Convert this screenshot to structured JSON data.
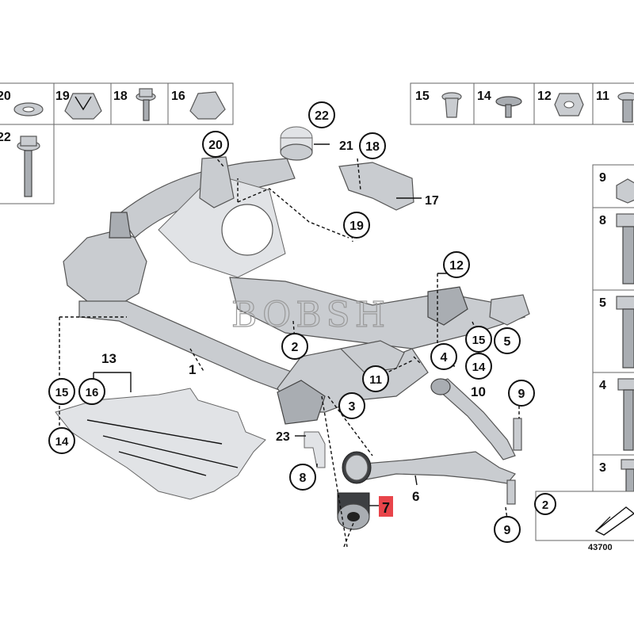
{
  "watermark": "BOBSH",
  "diagram_number": "43700",
  "top_left_cells": [
    "20",
    "19",
    "18",
    "16"
  ],
  "top_right_cells": [
    "15",
    "14",
    "12",
    "11"
  ],
  "right_column_cells": [
    "9",
    "8",
    "5",
    "4",
    "3"
  ],
  "left_cell": "22",
  "callouts": {
    "c22": "22",
    "c21": "21",
    "c20": "20",
    "c18": "18",
    "c17": "17",
    "c19": "19",
    "c12": "12",
    "c2": "2",
    "c1": "1",
    "c13": "13",
    "c15a": "15",
    "c16": "16",
    "c14a": "14",
    "c15b": "15",
    "c5": "5",
    "c4": "4",
    "c14b": "14",
    "c11": "11",
    "c10": "10",
    "c9a": "9",
    "c3": "3",
    "c23": "23",
    "c8": "8",
    "c6": "6",
    "c7": "7",
    "c9b": "9",
    "c2b": "2"
  },
  "colors": {
    "highlight": "#e8444a",
    "metal": "#c9ccd0",
    "rubber": "#3d3f42"
  }
}
